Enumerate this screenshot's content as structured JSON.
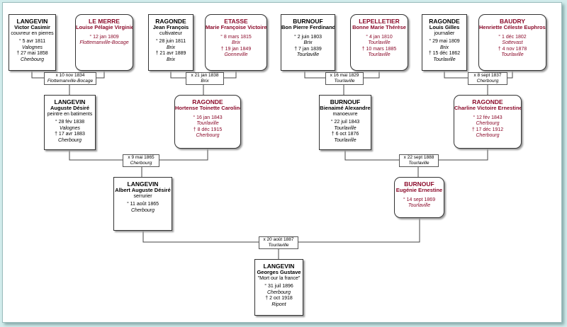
{
  "people": {
    "p1": {
      "surname": "LANGEVIN",
      "given": "Victor Casimir",
      "occ": "couvreur en pierres",
      "birth": "° 5 avr 1811",
      "birth_place": "Valognes",
      "death": "† 27 mai 1858",
      "death_place": "Cherbourg"
    },
    "p2": {
      "surname": "LE MERRE",
      "given": "Louise Pélagie Virginie",
      "birth": "° 12 jan 1809",
      "birth_place": "Flottemanville-Bocage"
    },
    "p3": {
      "surname": "RAGONDE",
      "given": "Jean François",
      "occ": "cultivateur",
      "birth": "° 28 juin 1811",
      "birth_place": "Brix",
      "death": "† 21 avr 1889",
      "death_place": "Brix"
    },
    "p4": {
      "surname": "ETASSE",
      "given": "Marie Françoise Victoire",
      "birth": "° 8 mars 1815",
      "birth_place": "Brix",
      "death": "† 19 jan 1849",
      "death_place": "Gonneville"
    },
    "p5": {
      "surname": "BURNOUF",
      "given": "Bon Pierre Ferdinand",
      "birth": "° 2 juin 1803",
      "birth_place": "Brix",
      "death": "† 7 jan 1839",
      "death_place": "Tourlaville"
    },
    "p6": {
      "surname": "LEPELLETIER",
      "given": "Bonne Marie Thérèse",
      "birth": "° 4 jan 1810",
      "birth_place": "Tourlaville",
      "death": "† 10 mars 1885",
      "death_place": "Tourlaville"
    },
    "p7": {
      "surname": "RAGONDE",
      "given": "Louis Gilles",
      "occ": "journalier",
      "birth": "° 29 mai 1809",
      "birth_place": "Brix",
      "death": "† 15 déc 1862",
      "death_place": "Tourlaville"
    },
    "p8": {
      "surname": "BAUDRY",
      "given": "Henriette Céleste Euphrosine",
      "birth": "° 1 déc 1802",
      "birth_place": "Sottevast",
      "death": "† 4 nov 1878",
      "death_place": "Tourlaville"
    },
    "g1": {
      "surname": "LANGEVIN",
      "given": "Auguste Désiré",
      "occ": "peintre en batiments",
      "birth": "° 28 fév 1838",
      "birth_place": "Valognes",
      "death": "† 17 avr 1883",
      "death_place": "Cherbourg"
    },
    "g2": {
      "surname": "RAGONDE",
      "given": "Hortense Toinette Caroline",
      "birth": "° 16 jan 1843",
      "birth_place": "Tourlaville",
      "death": "† 8 déc 1915",
      "death_place": "Cherbourg"
    },
    "g3": {
      "surname": "BURNOUF",
      "given": "Bienaimé Alexandre",
      "occ": "manoeuvre",
      "birth": "° 22 juil 1843",
      "birth_place": "Tourlaville",
      "death": "† 6 oct 1876",
      "death_place": "Tourlaville"
    },
    "g4": {
      "surname": "RAGONDE",
      "given": "Charline Victoire Ernestine",
      "birth": "° 12 fév 1843",
      "birth_place": "Cherbourg",
      "death": "† 17 déc 1912",
      "death_place": "Cherbourg"
    },
    "f1": {
      "surname": "LANGEVIN",
      "given": "Albert Auguste Désiré",
      "occ": "serrurier",
      "birth": "° 11 août 1865",
      "birth_place": "Cherbourg"
    },
    "f2": {
      "surname": "BURNOUF",
      "given": "Eugénie Ernestine",
      "birth": "° 14 sept 1869",
      "birth_place": "Tourlaville"
    },
    "root": {
      "surname": "LANGEVIN",
      "given": "Georges Gustave",
      "occ": "\"Mort our la france\"",
      "birth": "° 31 juil 1896",
      "birth_place": "Cherbourg",
      "death": "† 2 oct 1918",
      "death_place": "Ripont"
    }
  },
  "marriages": {
    "m1": {
      "date": "x 10 nov 1834",
      "place": "Flottemanville-Bocage"
    },
    "m2": {
      "date": "x 21 jan 1838",
      "place": "Brix"
    },
    "m3": {
      "date": "x 16 mai 1829",
      "place": "Tourlaville"
    },
    "m4": {
      "date": "x 8 sept 1837",
      "place": "Cherbourg"
    },
    "m5": {
      "date": "x 9 mai 1865",
      "place": "Cherbourg"
    },
    "m6": {
      "date": "x 22 sept 1888",
      "place": "Tourlaville"
    },
    "m7": {
      "date": "x 20 août 1887",
      "place": "Tourlaville"
    }
  },
  "colors": {
    "male_text": "#000000",
    "female_text": "#8b0a2a",
    "background": "#d2ecec"
  }
}
